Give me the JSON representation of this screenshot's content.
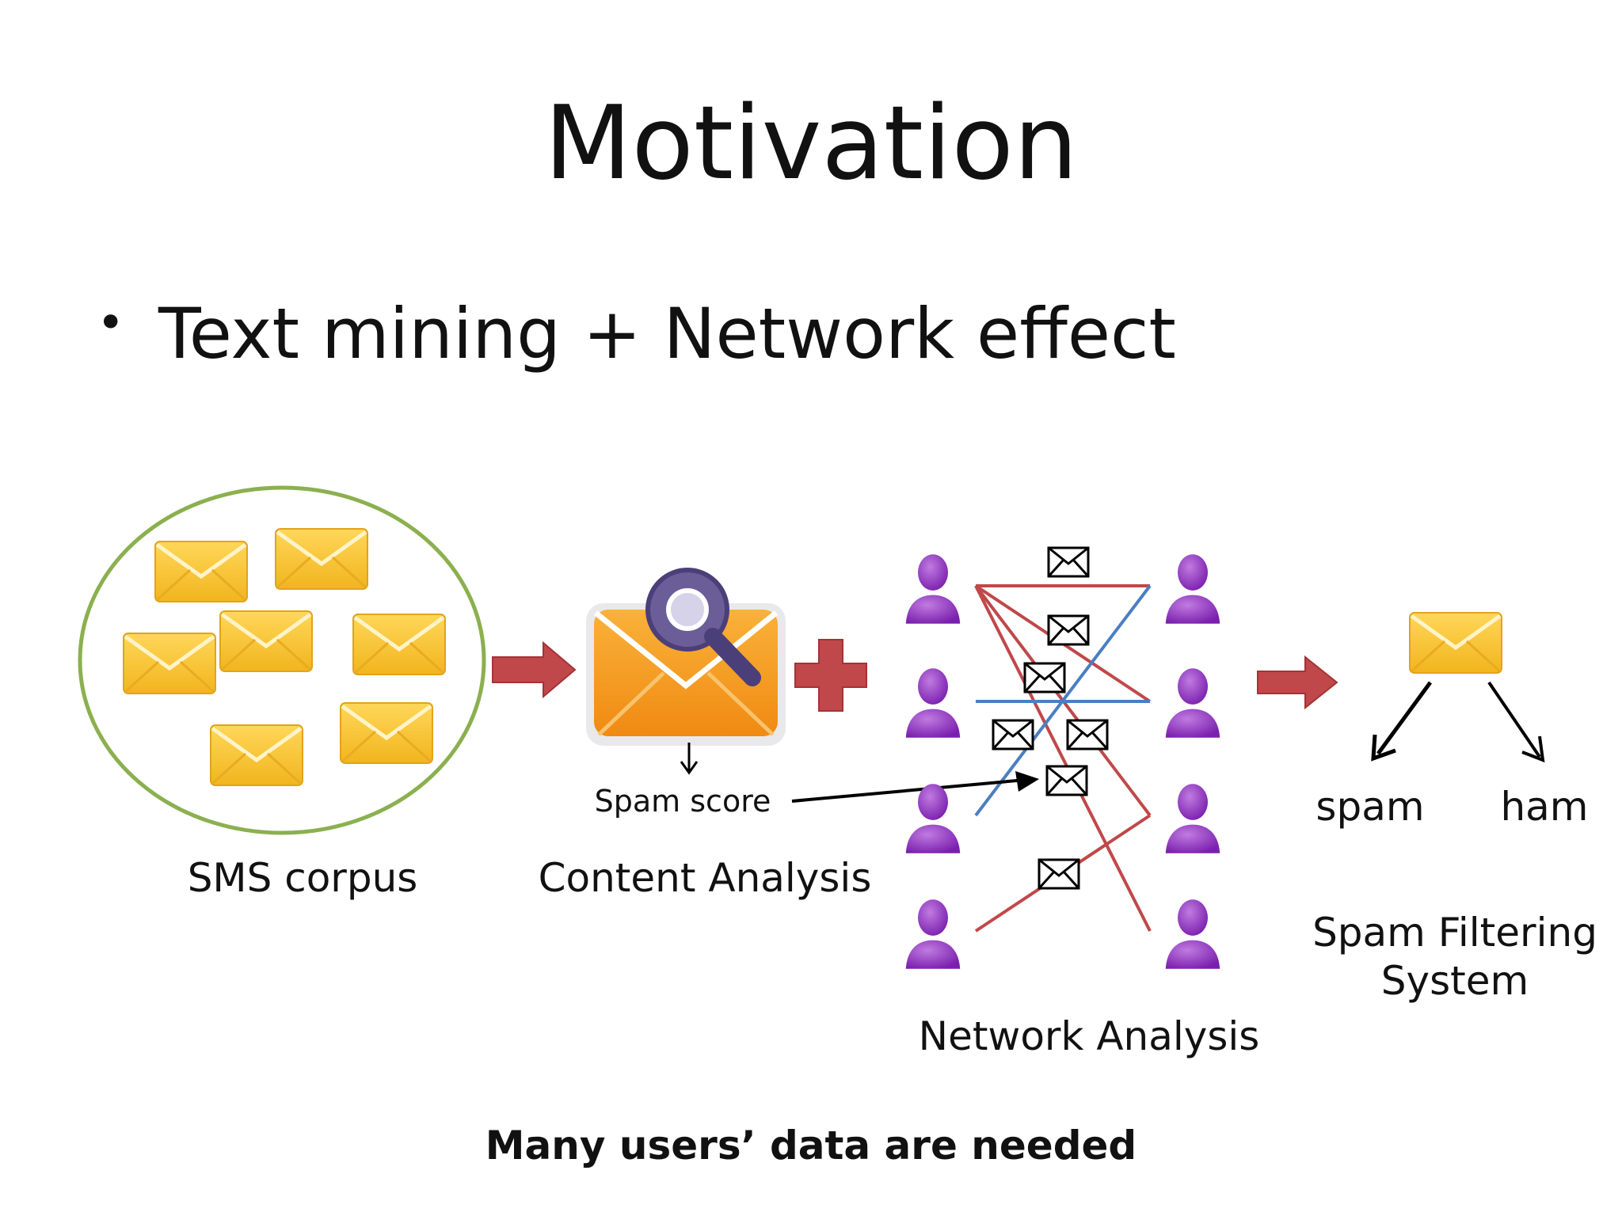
{
  "slide": {
    "title": "Motivation",
    "bullet": "Text mining + Network effect",
    "footnote": "Many users’ data are needed"
  },
  "diagram": {
    "sms_corpus_label": "SMS corpus",
    "content_analysis_label": "Content Analysis",
    "spam_score_label": "Spam score",
    "network_analysis_label": "Network Analysis",
    "spam_label": "spam",
    "ham_label": "ham",
    "filter_system_label": "Spam Filtering System"
  },
  "colors": {
    "envelope": "#f5c23a",
    "envelope_flap": "#e8a817",
    "corpus_ring": "#8bb04f",
    "arrow_red": "#c0484a",
    "user_purple": "#8a2bbd",
    "edge_red": "#c0484a",
    "edge_blue": "#4a7fc1"
  }
}
